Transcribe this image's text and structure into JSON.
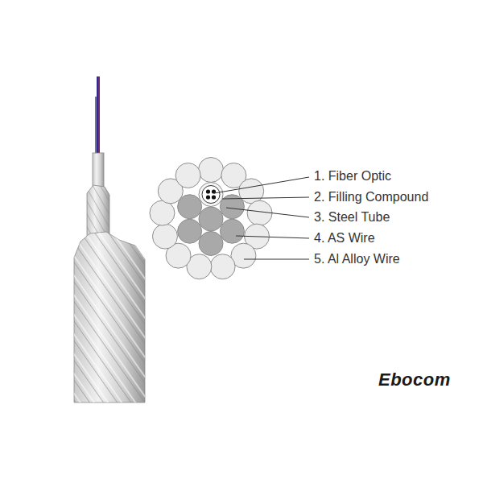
{
  "diagram": {
    "labels": [
      "1. Fiber Optic",
      "2. Filling Compound",
      "3. Steel Tube",
      "4. AS Wire",
      "5. Al Alloy Wire",
      "Ebocom"
    ]
  }
}
